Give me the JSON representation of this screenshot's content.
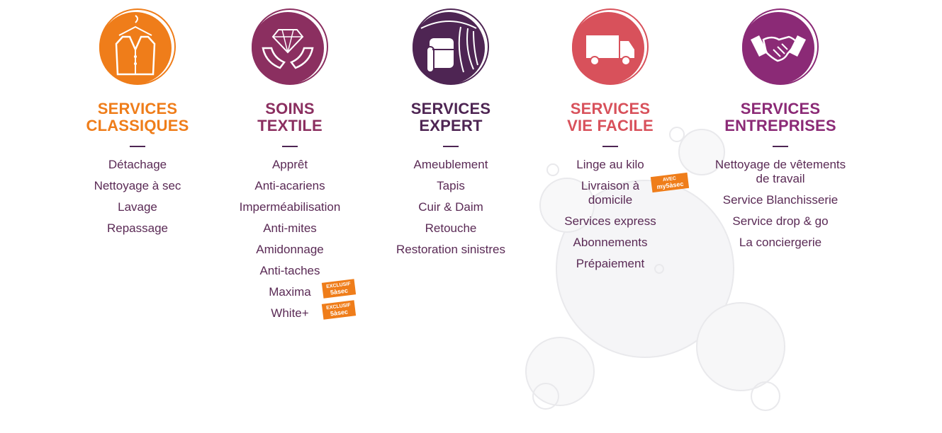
{
  "colors": {
    "orange": "#ef7d1a",
    "plum": "#8b2f60",
    "aubergine": "#4e2553",
    "coral": "#d8515b",
    "violet": "#8b2a76",
    "text": "#5a2a55"
  },
  "columns": [
    {
      "icon": "jacket-hanger-icon",
      "title_line1": "SERVICES",
      "title_line2": "CLASSIQUES",
      "items": [
        "Détachage",
        "Nettoyage à sec",
        "Lavage",
        "Repassage"
      ]
    },
    {
      "icon": "diamond-hands-icon",
      "title_line1": "SOINS",
      "title_line2": "TEXTILE",
      "items": [
        "Apprêt",
        "Anti-acariens",
        "Imperméabilisation",
        "Anti-mites",
        "Amidonnage",
        "Anti-taches",
        "Maxima",
        "White+"
      ],
      "badges": [
        {
          "line1": "EXCLUSIF",
          "line2": "5àsec"
        },
        {
          "line1": "EXCLUSIF",
          "line2": "5àsec"
        }
      ]
    },
    {
      "icon": "curtain-armchair-icon",
      "title_line1": "SERVICES",
      "title_line2": "EXPERT",
      "items": [
        "Ameublement",
        "Tapis",
        "Cuir & Daim",
        "Retouche",
        "Restoration sinistres"
      ]
    },
    {
      "icon": "delivery-truck-icon",
      "title_line1": "SERVICES",
      "title_line2": "VIE FACILE",
      "items": [
        "Linge au kilo",
        "Livraison à domicile",
        "Services express",
        "Abonnements",
        "Prépaiement"
      ],
      "badge": {
        "line1": "AVEC",
        "line2": "my5àsec"
      }
    },
    {
      "icon": "handshake-icon",
      "title_line1": "SERVICES",
      "title_line2": "ENTREPRISES",
      "items": [
        "Nettoyage de vêtements de travail",
        "Service Blanchisserie",
        "Service drop & go",
        "La conciergerie"
      ]
    }
  ]
}
